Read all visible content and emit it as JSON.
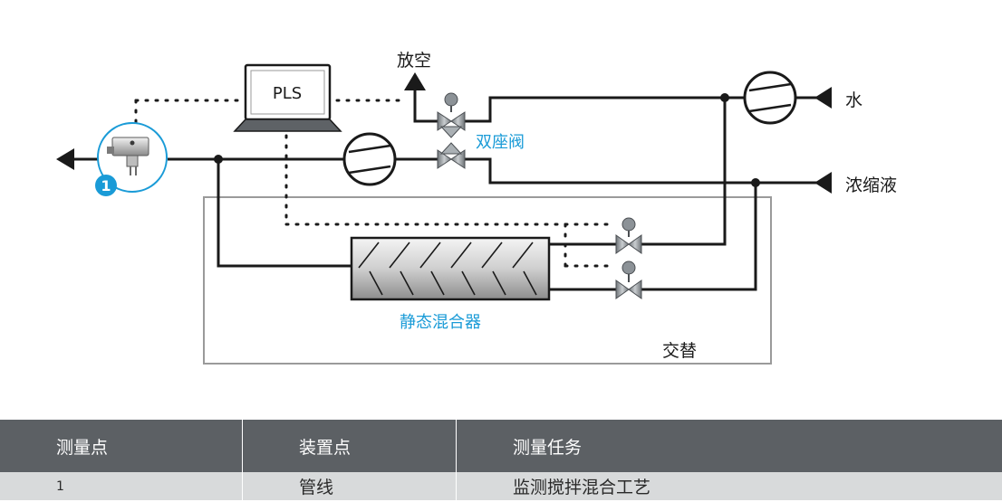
{
  "diagram": {
    "labels": {
      "plc": "PLS",
      "vent": "放空",
      "water": "水",
      "concentrate": "浓缩液",
      "double_seat_valve": "双座阀",
      "static_mixer": "静态混合器",
      "alternate": "交替",
      "measuring_point_badge": "1"
    },
    "colors": {
      "accent": "#1a9bd7",
      "line": "#1a1a1a",
      "frame": "#9a9a9a",
      "table_header": "#5c6064",
      "table_row": "#d8dadb"
    }
  },
  "table": {
    "headers": [
      "测量点",
      "装置点",
      "测量任务"
    ],
    "rows": [
      [
        "1",
        "管线",
        "监测搅拌混合工艺"
      ]
    ]
  }
}
